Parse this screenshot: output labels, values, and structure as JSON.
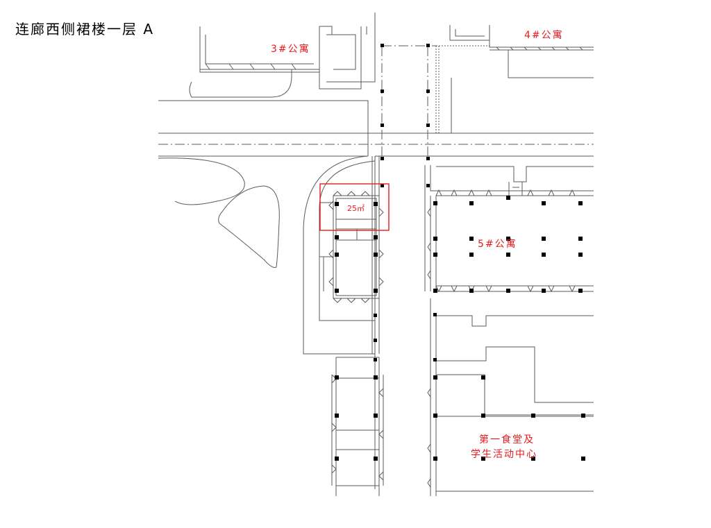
{
  "title": "连廊西侧裙楼一层 A",
  "labels": {
    "apt3": "3#公寓",
    "apt4": "4#公寓",
    "apt5": "5#公寓",
    "canteen_line1": "第一食堂及",
    "canteen_line2": "学生活动中心",
    "area": "25㎡"
  },
  "colors": {
    "line": "#5a5a5a",
    "label": "#e8191d",
    "column": "#000000",
    "highlight": "#e8191d"
  }
}
